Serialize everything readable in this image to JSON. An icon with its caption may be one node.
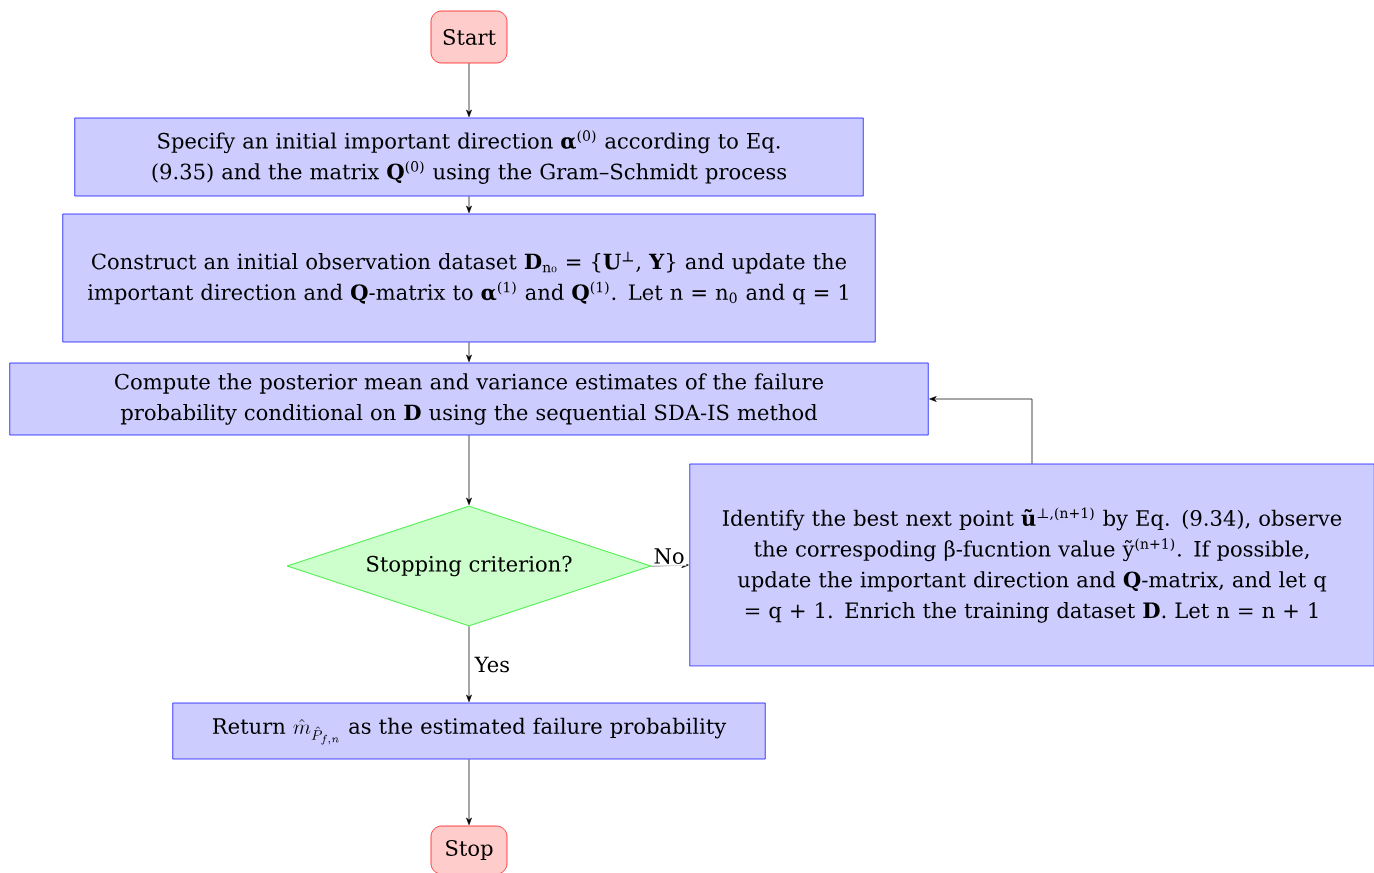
{
  "diagram": {
    "nodes": [
      {
        "text": [
          "Start"
        ]
      },
      {
        "text": [
          "Specify an initial important direction **α**$^{(0)}$ according to Eq. (9.35) and the matrix **Q**$^{(0)}$ using the Gram–Schmidt process"
        ]
      },
      {
        "text": [
          "Construct an initial observation dataset **D**$_{n₀}$ = {**U**$^{⊥}$, **Y**} and update the important direction and **Q**-matrix to **α**$^{(1)}$ and **Q**$^{(1)}$. Let n = n$_{0}$ and q = 1"
        ]
      },
      {
        "text": [
          "Compute the posterior mean and variance estimates of the failure probability conditional on **D** using the sequential SDA-IS method"
        ]
      },
      {
        "text": [
          "Stopping criterion?"
        ]
      },
      {
        "text": [
          "Identify the best next point **ũ**$^{⊥,(n+1)}$ by Eq. (9.34), observe the correspoding β-fucntion value ỹ$^{(n+1)}$. If possible, update the important direction and **Q**-matrix, and let q = q + 1. Enrich the training dataset **D**. Let n = n + 1"
        ]
      },
      {
        "text": [
          "\\text{Return } \\hat{m}_{\\hat{P}_{f,n}} \\text{ as the estimated failure probability}"
        ]
      },
      {
        "text": [
          "Stop"
        ]
      }
    ],
    "edges": [
      {
        "from": 0,
        "to": 1,
        "arrow": "to"
      },
      {
        "from": 1,
        "to": 2,
        "arrow": "to"
      },
      {
        "from": 2,
        "to": 3,
        "arrow": "to"
      },
      {
        "from": 3,
        "to": 4,
        "arrow": "to"
      },
      {
        "from": 4,
        "to": 5,
        "arrow": "to",
        "label": "No"
      },
      {
        "from": 5,
        "to": 3,
        "arrow": "to"
      },
      {
        "from": 4,
        "to": 6,
        "arrow": "to",
        "label": "Yes"
      },
      {
        "from": 6,
        "to": 7,
        "arrow": "to"
      }
    ]
  }
}
